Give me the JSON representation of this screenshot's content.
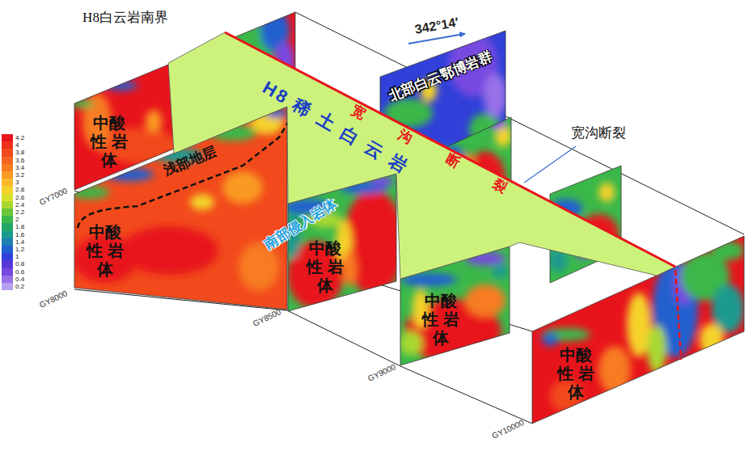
{
  "diagram": {
    "nodes": [
      {
        "text": [
          "H8 稀 土 白 云 岩"
        ]
      }
    ],
    "labels": [
      "H8白云岩南界",
      "342°14′",
      "北部白云鄂博岩群",
      "宽 沟 断 裂",
      "宽沟断裂",
      "中酸 性 岩体",
      "中酸 性 岩体",
      "中酸 性 岩体",
      "中酸 性 岩体",
      "中酸 性 岩体",
      "浅部地层",
      "南部侵入岩体",
      "GY7000",
      "GY8000",
      "GY8500",
      "GY9000",
      "GY10000"
    ],
    "legend": [
      {
        "text": "4.2",
        "color": "#e8141c"
      },
      {
        "text": "4",
        "color": "#f0301a"
      },
      {
        "text": "3.8",
        "color": "#f24a1c"
      },
      {
        "text": "3.6",
        "color": "#f56420"
      },
      {
        "text": "3.4",
        "color": "#f77c22"
      },
      {
        "text": "3.2",
        "color": "#f99a24"
      },
      {
        "text": "3",
        "color": "#fbb828"
      },
      {
        "text": "2.8",
        "color": "#f5d22a"
      },
      {
        "text": "2.6",
        "color": "#d8e02c"
      },
      {
        "text": "2.4",
        "color": "#a8d830"
      },
      {
        "text": "2.2",
        "color": "#6cc83a"
      },
      {
        "text": "2",
        "color": "#3ab84a"
      },
      {
        "text": "1.8",
        "color": "#22a868"
      },
      {
        "text": "1.6",
        "color": "#1a9a90"
      },
      {
        "text": "1.4",
        "color": "#1c80b0"
      },
      {
        "text": "1.2",
        "color": "#2060d0"
      },
      {
        "text": "1",
        "color": "#3040d8"
      },
      {
        "text": "0.8",
        "color": "#5838d8"
      },
      {
        "text": "0.6",
        "color": "#7848e0"
      },
      {
        "text": "0.4",
        "color": "#9870e8"
      },
      {
        "text": "0.2",
        "color": "#b8a0f0"
      }
    ]
  }
}
